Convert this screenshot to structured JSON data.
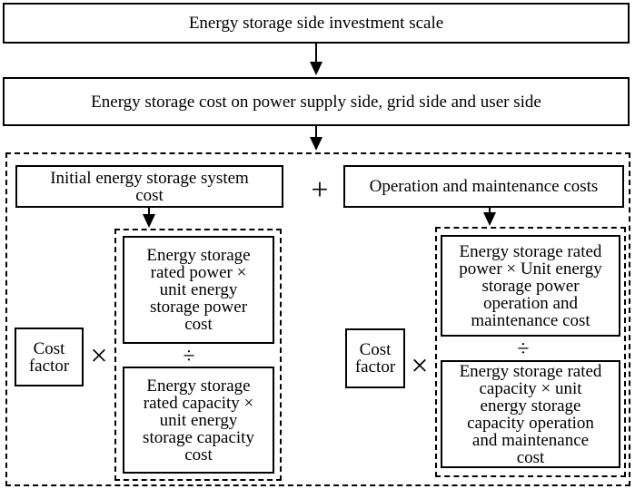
{
  "top_box": "Energy storage side investment scale",
  "second_box": "Energy storage cost on power supply side, grid side and user side",
  "left": {
    "title": "Initial energy storage system\ncost",
    "cost_factor": "Cost\nfactor",
    "multiply_symbol": "×",
    "divide_symbol": "÷",
    "upper_box": "Energy storage\nrated power ×\nunit energy\nstorage power\ncost",
    "lower_box": "Energy storage\nrated capacity ×\nunit energy\nstorage capacity\ncost"
  },
  "plus_symbol": "+",
  "right": {
    "title": "Operation and maintenance costs",
    "cost_factor": "Cost\nfactor",
    "multiply_symbol": "×",
    "divide_symbol": "÷",
    "upper_box": "Energy storage rated\npower × Unit energy\nstorage power\noperation and\nmaintenance cost",
    "lower_box": "Energy storage rated\ncapacity × unit\nenergy storage\ncapacity operation\nand maintenance\ncost"
  }
}
